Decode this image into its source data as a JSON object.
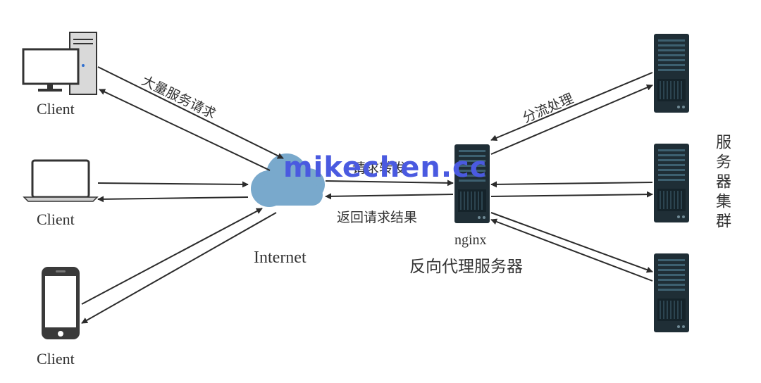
{
  "clients": [
    {
      "label": "Client",
      "icon": "desktop-computer-icon"
    },
    {
      "label": "Client",
      "icon": "laptop-icon"
    },
    {
      "label": "Client",
      "icon": "smartphone-icon"
    }
  ],
  "internet": {
    "label": "Internet",
    "icon": "cloud-icon"
  },
  "proxy": {
    "label": "nginx",
    "subtitle": "反向代理服务器",
    "icon": "server-rack-icon"
  },
  "backend": {
    "label": "服务器集群",
    "icon": "server-rack-icon",
    "count": 3
  },
  "edges": {
    "clients_to_internet": "大量服务请求",
    "internet_to_proxy": "请求转发",
    "proxy_to_internet": "返回请求结果",
    "proxy_to_backend": "分流处理"
  },
  "watermark": "mikechen.cc",
  "colors": {
    "line": "#2b2b2b",
    "cloud": "#79a9cc",
    "server_body": "#1f2e36",
    "watermark": "#4a5ae0"
  }
}
